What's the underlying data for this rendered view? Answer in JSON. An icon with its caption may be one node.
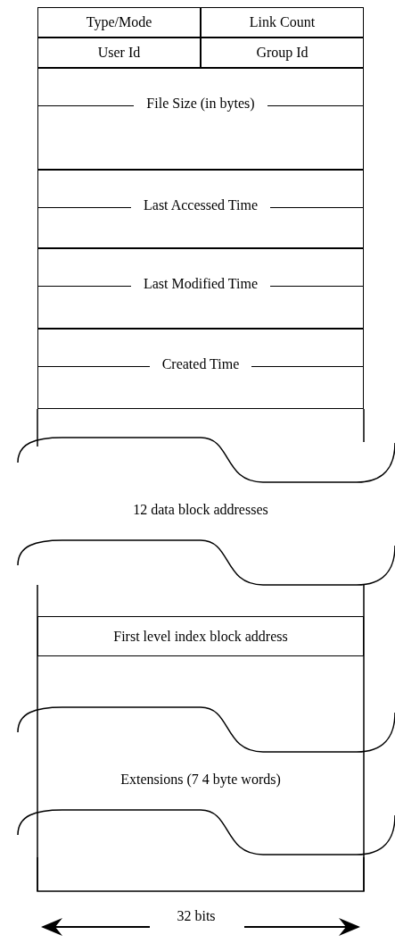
{
  "diagram": {
    "nodes": [
      {
        "text": [
          "Type/Mode"
        ]
      },
      {
        "text": [
          "Link Count"
        ]
      },
      {
        "text": [
          "User Id"
        ]
      },
      {
        "text": [
          "Group Id"
        ]
      },
      {
        "text": [
          "File Size (in bytes)"
        ]
      },
      {
        "text": [
          "Last Accessed Time"
        ]
      },
      {
        "text": [
          "Last Modified Time"
        ]
      },
      {
        "text": [
          "Created Time"
        ]
      },
      {
        "text": [
          "First level index block address"
        ]
      }
    ],
    "labels": [
      "12 data block addresses",
      "Extensions (7 4 byte words)",
      "32 bits"
    ]
  }
}
